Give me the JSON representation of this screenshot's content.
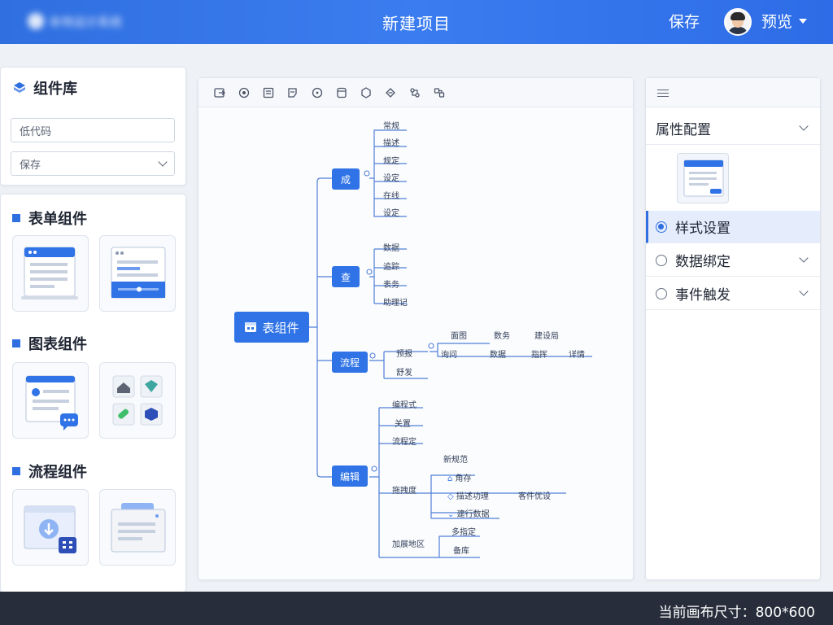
{
  "header": {
    "logo_text": "本地设计系统",
    "title": "新建项目",
    "save_label": "保存",
    "preview_label": "预览"
  },
  "library": {
    "title": "组件库",
    "search_value": "低代码",
    "select_value": "保存",
    "sections": [
      {
        "label": "表单组件"
      },
      {
        "label": "图表组件"
      },
      {
        "label": "流程组件"
      }
    ]
  },
  "mindmap": {
    "root": "表组件",
    "branches": [
      {
        "label": "成",
        "children": [
          "常规",
          "描述",
          "规定",
          "设定",
          "在线",
          "设定"
        ]
      },
      {
        "label": "查",
        "children": [
          "数据",
          "追踪",
          "表务",
          "助理记"
        ]
      },
      {
        "label": "流程",
        "children": [
          "预报",
          "舒发"
        ],
        "extra_top": [
          "面图",
          "数务",
          "建设局"
        ],
        "extra_bottom": [
          "询问",
          "数据",
          "指挥",
          "详情"
        ]
      },
      {
        "label": "编辑",
        "children": [
          "编程式",
          "关置",
          "流程定",
          "拖拽度",
          "加展地区"
        ],
        "sub1": [
          "新规范",
          "角存",
          "描述功理",
          "建行数据"
        ],
        "sub1_extra": "客件优设",
        "sub2": [
          "多指定",
          "备库"
        ]
      }
    ]
  },
  "properties": {
    "header": "属性配置",
    "rows": [
      {
        "label": "样式设置",
        "active": true
      },
      {
        "label": "数据绑定",
        "active": false
      },
      {
        "label": "事件触发",
        "active": false
      }
    ]
  },
  "footer": {
    "canvas_size_label": "当前画布尺寸：800*600"
  },
  "colors": {
    "primary": "#2f6fe0",
    "header_bg": "#3b7cf0",
    "footer_bg": "#272d3a",
    "active_row": "#e5edfd"
  }
}
